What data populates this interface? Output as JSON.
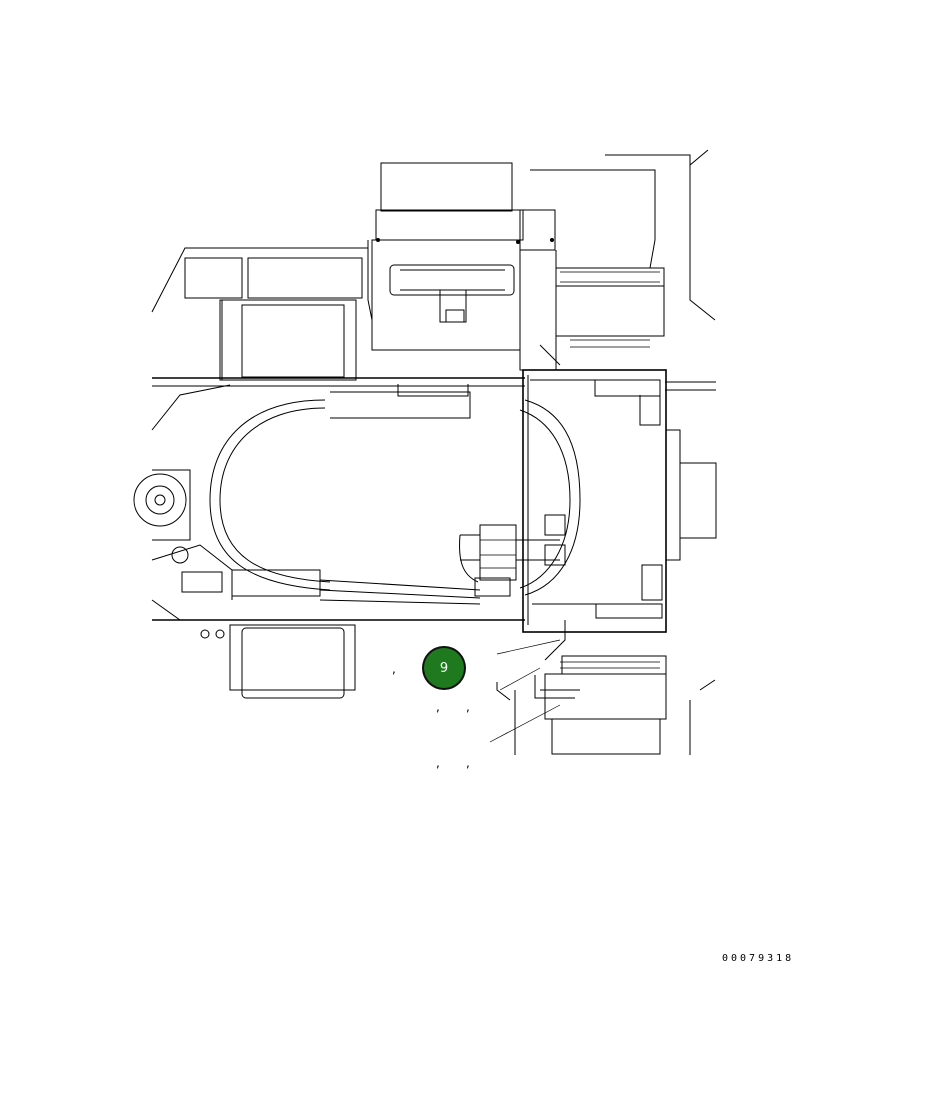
{
  "callout": {
    "label": "9",
    "color": "#1f7a1f"
  },
  "drawing_number": "00079318",
  "separators": [
    ",",
    ",",
    ",",
    ",",
    ",",
    ","
  ],
  "icons": {
    "callout": "callout-balloon",
    "drawing": "machine-linework"
  }
}
